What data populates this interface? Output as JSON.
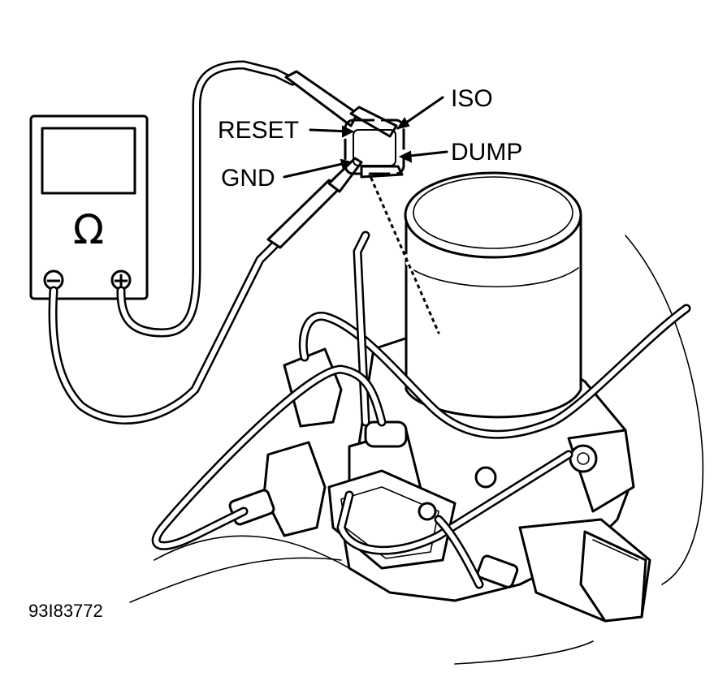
{
  "meter": {
    "symbol": "Ω",
    "negative_terminal": "−",
    "positive_terminal": "+"
  },
  "labels": {
    "iso": "ISO",
    "reset": "RESET",
    "dump": "DUMP",
    "gnd": "GND"
  },
  "figure_id": "93I83772"
}
